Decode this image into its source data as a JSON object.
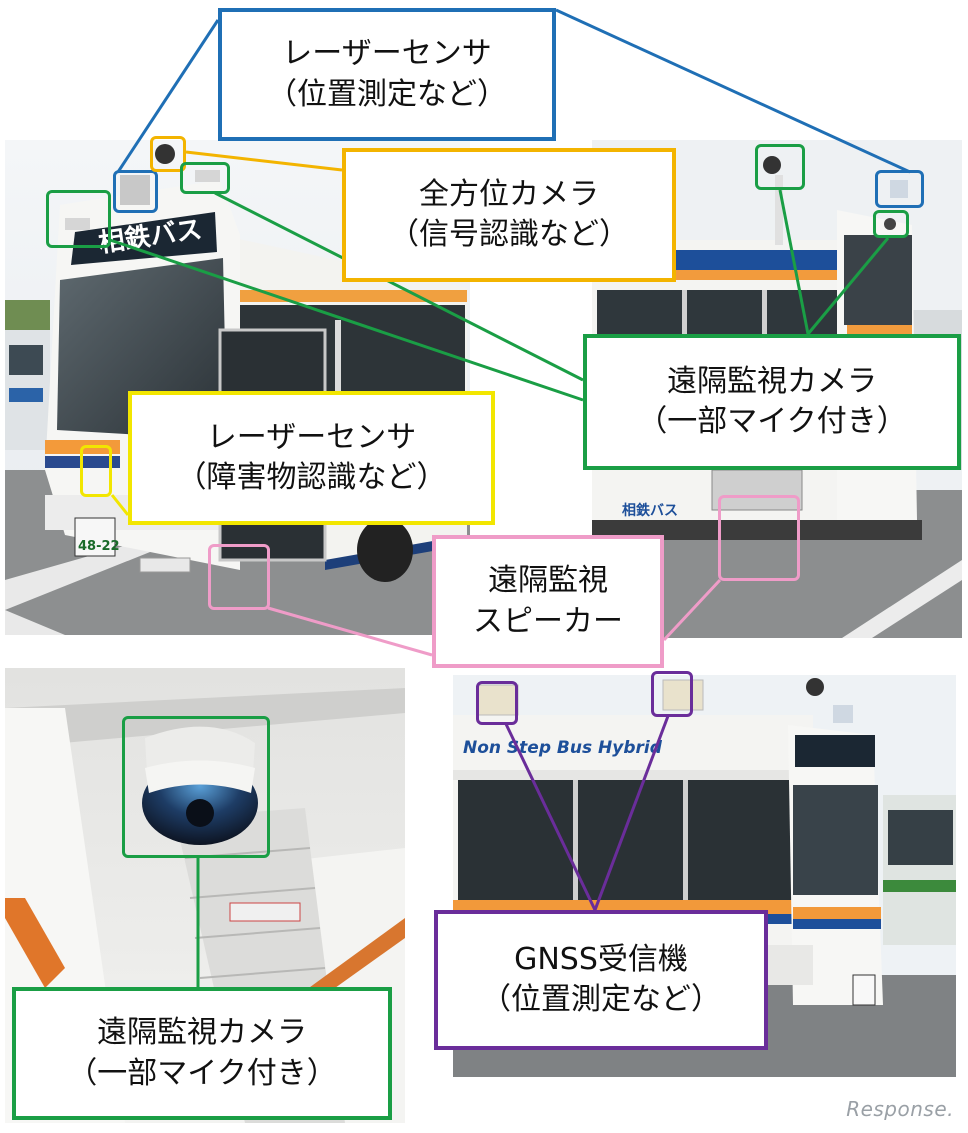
{
  "colors": {
    "laser_top": "#1f6fb5",
    "camera_360": "#f3b400",
    "remote_camera": "#1a9e45",
    "laser_obstacle": "#f2e600",
    "speaker": "#ef9cc8",
    "gnss": "#6a2d9a"
  },
  "labels": {
    "laser_top": {
      "line1": "レーザーセンサ",
      "line2": "（位置測定など）"
    },
    "camera_360": {
      "line1": "全方位カメラ",
      "line2": "（信号認識など）"
    },
    "remote_camera_right": {
      "line1": "遠隔監視カメラ",
      "line2": "（一部マイク付き）"
    },
    "laser_obstacle": {
      "line1": "レーザーセンサ",
      "line2": "（障害物認識など）"
    },
    "speaker": {
      "line1": "遠隔監視",
      "line2": "スピーカー"
    },
    "remote_camera_interior": {
      "line1": "遠隔監視カメラ",
      "line2": "（一部マイク付き）"
    },
    "gnss": {
      "line1": "GNSS受信機",
      "line2": "（位置測定など）"
    }
  },
  "bus_texts": {
    "destination_front": "相鉄バス",
    "side_logo": "相鉄バス",
    "bus_side_text": "Non Step Bus  Hybrid",
    "plate": "48-22"
  },
  "watermark": "Response."
}
